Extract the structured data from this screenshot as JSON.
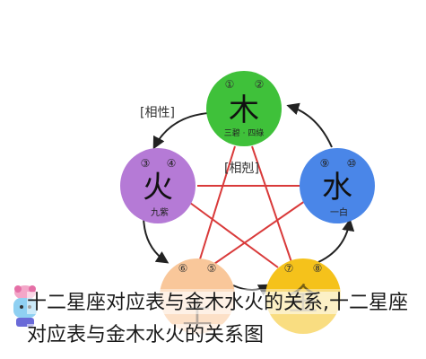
{
  "nodes": {
    "wood": {
      "num_left": "①",
      "num_right": "②",
      "char": "木",
      "label": "三碧 · 四綠",
      "color": "#3fc13a"
    },
    "water": {
      "num_left": "⑨",
      "num_right": "⑩",
      "char": "水",
      "label": "一白",
      "color": "#4a86e8"
    },
    "fire": {
      "num_left": "③",
      "num_right": "④",
      "char": "火",
      "label": "九紫",
      "color": "#b57ad6"
    },
    "earth": {
      "num_left": "⑥",
      "num_right": "⑤",
      "char": "土",
      "label": "",
      "color": "#f9c79a"
    },
    "metal": {
      "num_left": "⑦",
      "num_right": "⑧",
      "char": "金",
      "label": "",
      "color": "#f5c21b"
    }
  },
  "labels": {
    "generating": "[相性]",
    "overcoming": "[相剋]"
  },
  "colors": {
    "cycle_arrow": "#222222",
    "star_line": "#d93a3a"
  },
  "caption": "十二星座对应表与金木水火的关系,十二星座对应表与金木水火的关系图"
}
